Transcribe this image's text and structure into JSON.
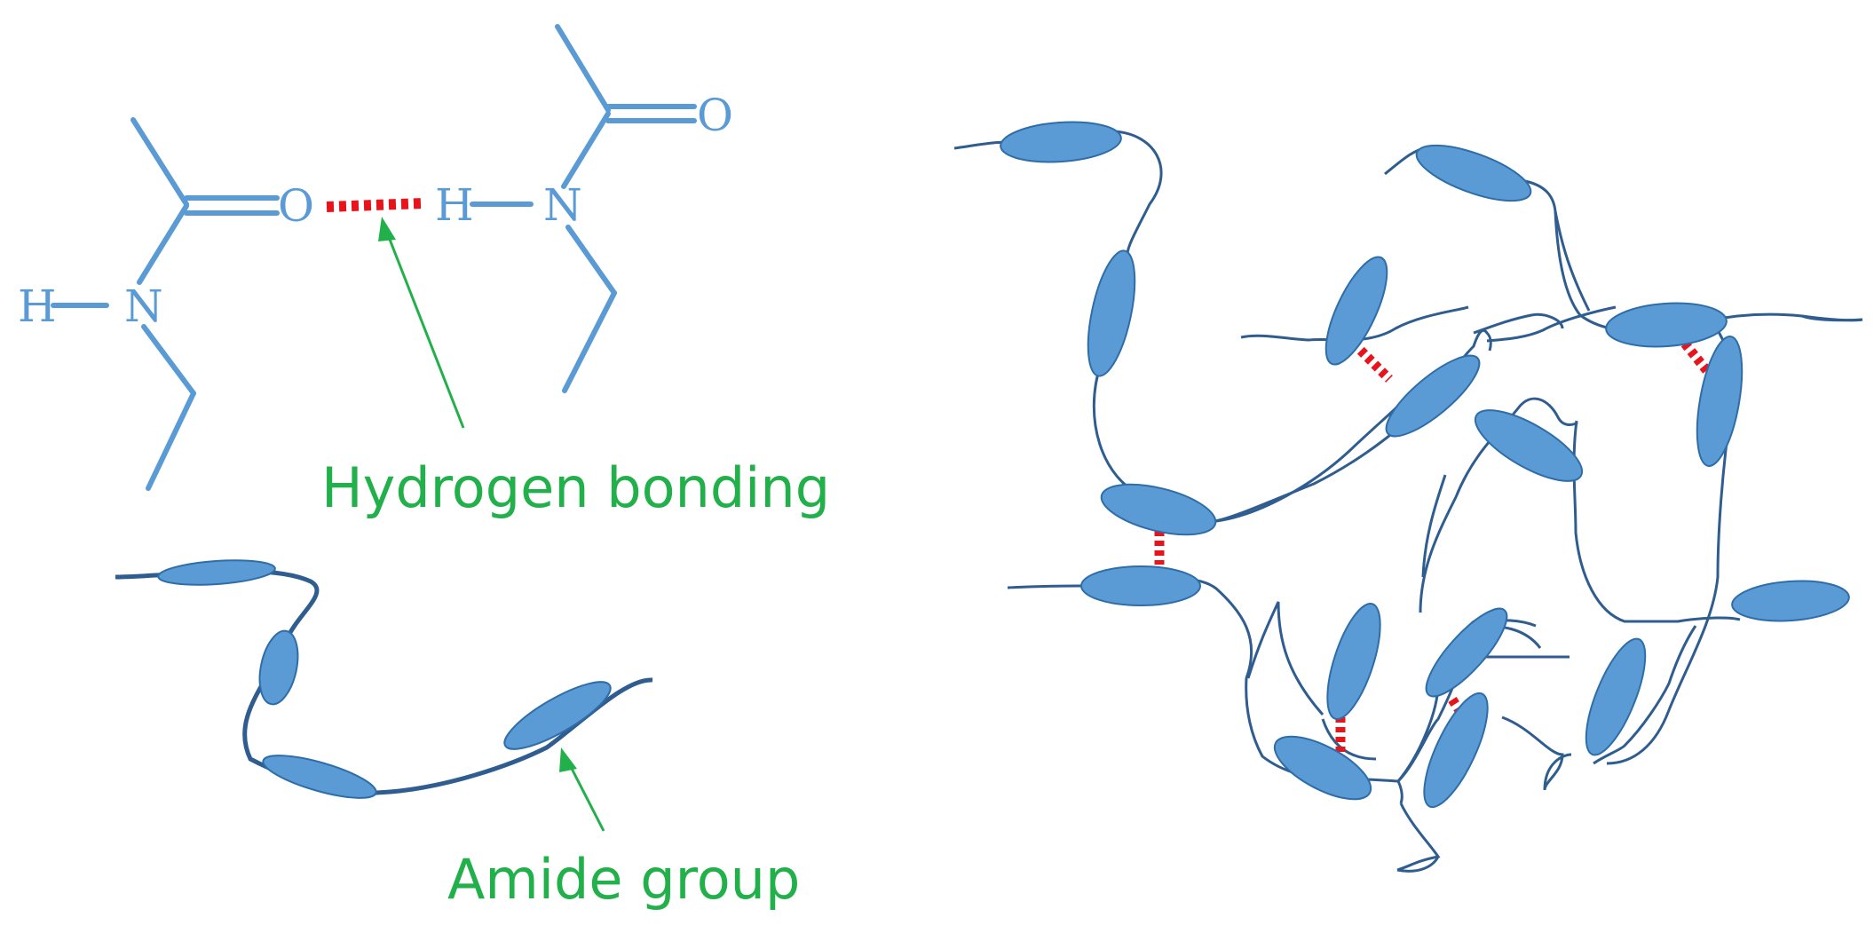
{
  "molecules": {
    "left": {
      "oxygen": "O",
      "hydrogen": "H",
      "nitrogen": "N"
    },
    "right": {
      "oxygen": "O",
      "hydrogen": "H",
      "nitrogen": "N"
    }
  },
  "labels": {
    "hydrogen_bonding": "Hydrogen bonding",
    "amide_group": "Amide group"
  },
  "colors": {
    "molecule": "#5b9bd5",
    "amide_fill": "#5b9bd5",
    "amide_stroke": "#2e6da8",
    "chain": "#2f5d8f",
    "hydrogen_bond": "#e8141c",
    "annotation": "#22b04b"
  }
}
